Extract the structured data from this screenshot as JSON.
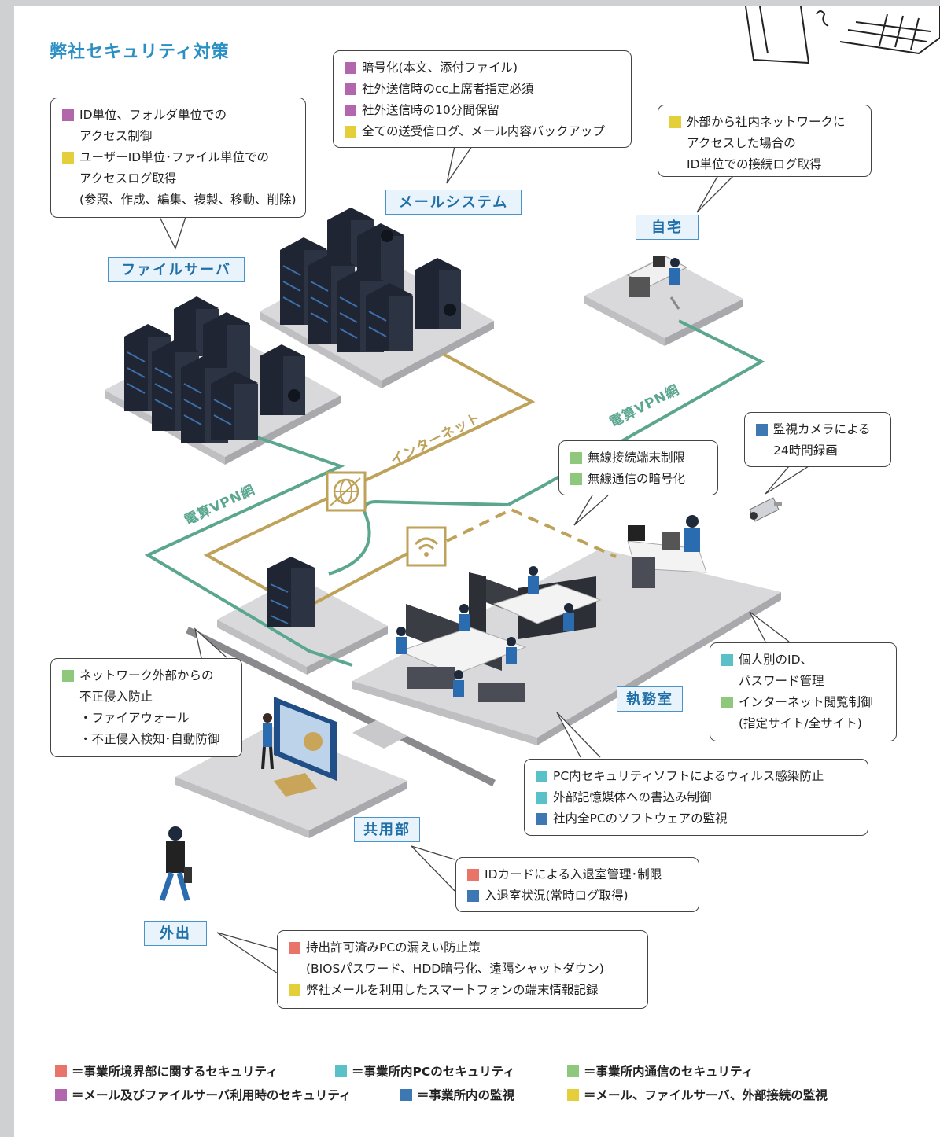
{
  "title": "弊社セキュリティ対策",
  "colors": {
    "boundary": "#e9746a",
    "pc": "#5bc1c8",
    "communication": "#8fc77c",
    "mail_file": "#b267ad",
    "monitoring": "#3d78b3",
    "external_monitoring": "#e4cf3a",
    "vpn_line": "#5aa68f",
    "internet_line": "#bfa25a",
    "label_accent": "#2a8fc4"
  },
  "icons": [
    "globe-icon",
    "wifi-icon",
    "camera-icon"
  ],
  "labels": {
    "file_server": "ファイルサーバ",
    "mail_system": "メールシステム",
    "home": "自宅",
    "office": "執務室",
    "common": "共用部",
    "outside": "外出"
  },
  "network": {
    "vpn": "電算VPN網",
    "internet": "インターネット"
  },
  "bubbles": {
    "file_server": [
      "ID単位、フォルダ単位での",
      "アクセス制御",
      "ユーザーID単位･ファイル単位での",
      "アクセスログ取得",
      "(参照、作成、編集、複製、移動、削除)"
    ],
    "mail": [
      "暗号化(本文、添付ファイル)",
      "社外送信時のcc上席者指定必須",
      "社外送信時の10分間保留",
      "全ての送受信ログ、メール内容バックアップ"
    ],
    "home": [
      "外部から社内ネットワークに",
      "アクセスした場合の",
      "ID単位での接続ログ取得"
    ],
    "wireless": [
      "無線接続端末制限",
      "無線通信の暗号化"
    ],
    "camera": [
      "監視カメラによる",
      "24時間録画"
    ],
    "office_id": [
      "個人別のID、",
      "パスワード管理",
      "インターネット閲覧制御",
      "(指定サイト/全サイト)"
    ],
    "firewall": [
      "ネットワーク外部からの",
      "不正侵入防止",
      "・ファイアウォール",
      "・不正侵入検知･自動防御"
    ],
    "pc": [
      "PC内セキュリティソフトによるウィルス感染防止",
      "外部記憶媒体への書込み制御",
      "社内全PCのソフトウェアの監視"
    ],
    "common": [
      "IDカードによる入退室管理･制限",
      "入退室状況(常時ログ取得)"
    ],
    "outside": [
      "持出許可済みPCの漏えい防止策",
      "(BIOSパスワード、HDD暗号化、遠隔シャットダウン)",
      "弊社メールを利用したスマートフォンの端末情報記録"
    ]
  },
  "legend": [
    "＝事業所境界部に関するセキュリティ",
    "＝事業所内PCのセキュリティ",
    "＝事業所内通信のセキュリティ",
    "＝メール及びファイルサーバ利用時のセキュリティ",
    "＝事業所内の監視",
    "＝メール、ファイルサーバ、外部接続の監視"
  ]
}
